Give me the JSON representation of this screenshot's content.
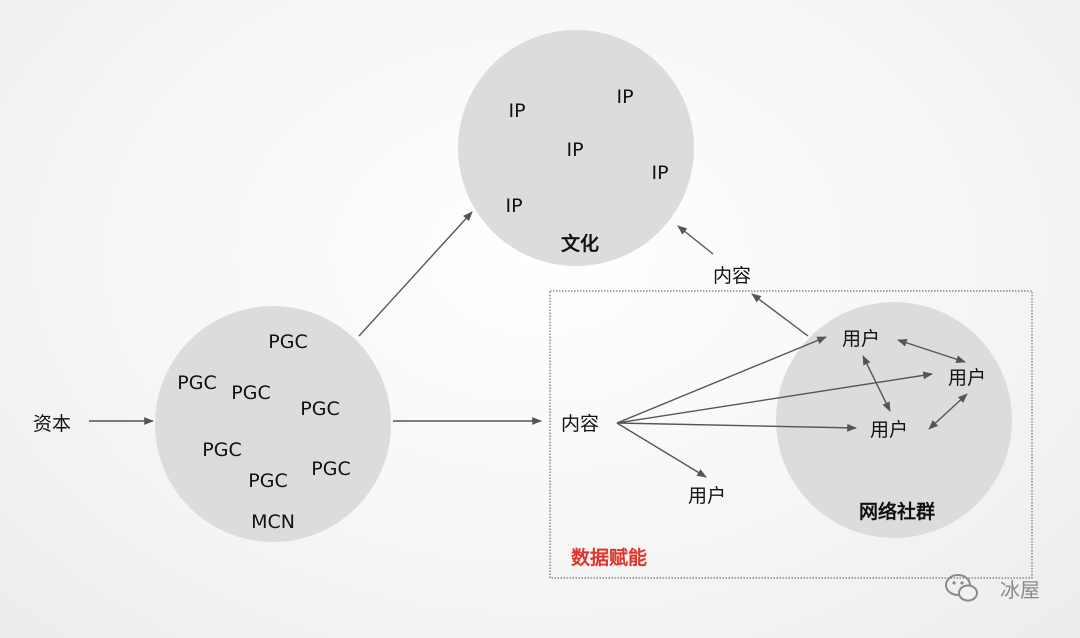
{
  "labels": {
    "capital": "资本",
    "culture": "文化",
    "network_community": "网络社群",
    "data_empowerment": "数据赋能",
    "content_mid": "内容",
    "content_top": "内容",
    "user_outside": "用户",
    "user_1": "用户",
    "user_2": "用户",
    "user_3": "用户"
  },
  "ip_nodes": [
    "IP",
    "IP",
    "IP",
    "IP",
    "IP"
  ],
  "pgc_nodes": [
    "PGC",
    "PGC",
    "PGC",
    "PGC",
    "PGC",
    "PGC",
    "PGC"
  ],
  "mcn_node": "MCN",
  "watermark": {
    "text": "冰屋"
  },
  "colors": {
    "circle": "#dcdcdc",
    "accent": "#e0352b",
    "edge": "#555555"
  }
}
